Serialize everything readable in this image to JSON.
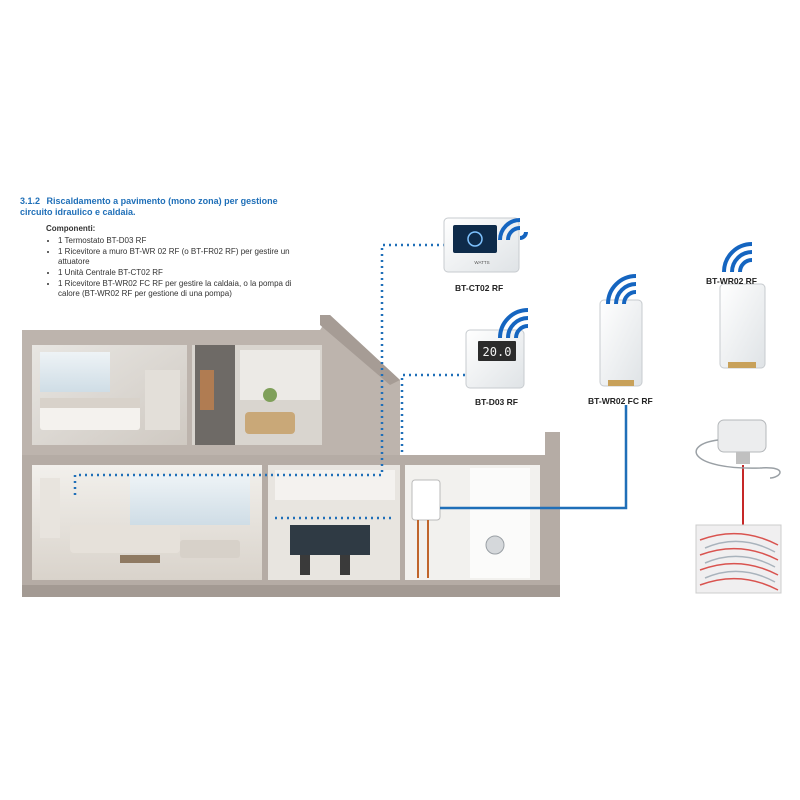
{
  "section": {
    "number": "3.1.2",
    "title": "Riscaldamento a pavimento (mono zona) per gestione circuito idraulico e caldaia."
  },
  "components": {
    "title": "Componenti:",
    "items": [
      "1 Termostato BT-D03 RF",
      "1 Ricevitore a muro BT-WR 02 RF (o BT-FR02 RF) per gestire un attuatore",
      "1 Unità Centrale BT-CT02 RF",
      "1 Ricevitore BT-WR02 FC RF per gestire la caldaia, o la pompa di calore (BT-WR02 RF per gestione di una pompa)"
    ]
  },
  "devices": {
    "central": "BT-CT02 RF",
    "thermostat": "BT-D03 RF",
    "receiver_fc": "BT-WR02 FC RF",
    "receiver": "BT-WR02 RF"
  },
  "screens": {
    "thermostat_display": "20.0",
    "brand": "WATTS"
  },
  "colors": {
    "accent": "#1f6fb8",
    "wifi": "#1565c0",
    "wall": "#b9b0aa"
  }
}
